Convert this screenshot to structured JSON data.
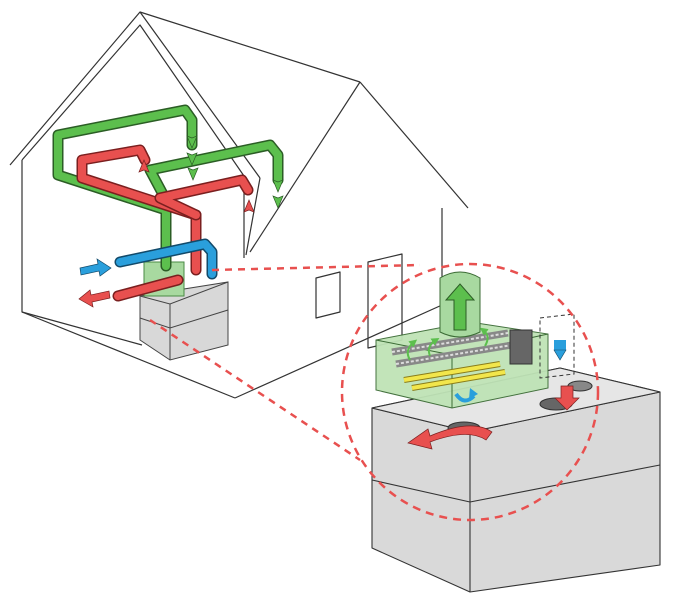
{
  "colors": {
    "supply_air": "#5cbf4d",
    "extract_air": "#e8504f",
    "outdoor_air": "#2a9fdc",
    "exhaust_air": "#e8504f",
    "heater_element": "#f2e64b",
    "unit_gray": "#d8d8d8",
    "unit_gray_dark": "#b9b9b9",
    "outline": "#333333",
    "zoom_circle": "#e8504f"
  },
  "icons": [
    "house-outline",
    "duct-arrows",
    "ventilation-unit",
    "heat-exchanger",
    "zoom-circle"
  ]
}
